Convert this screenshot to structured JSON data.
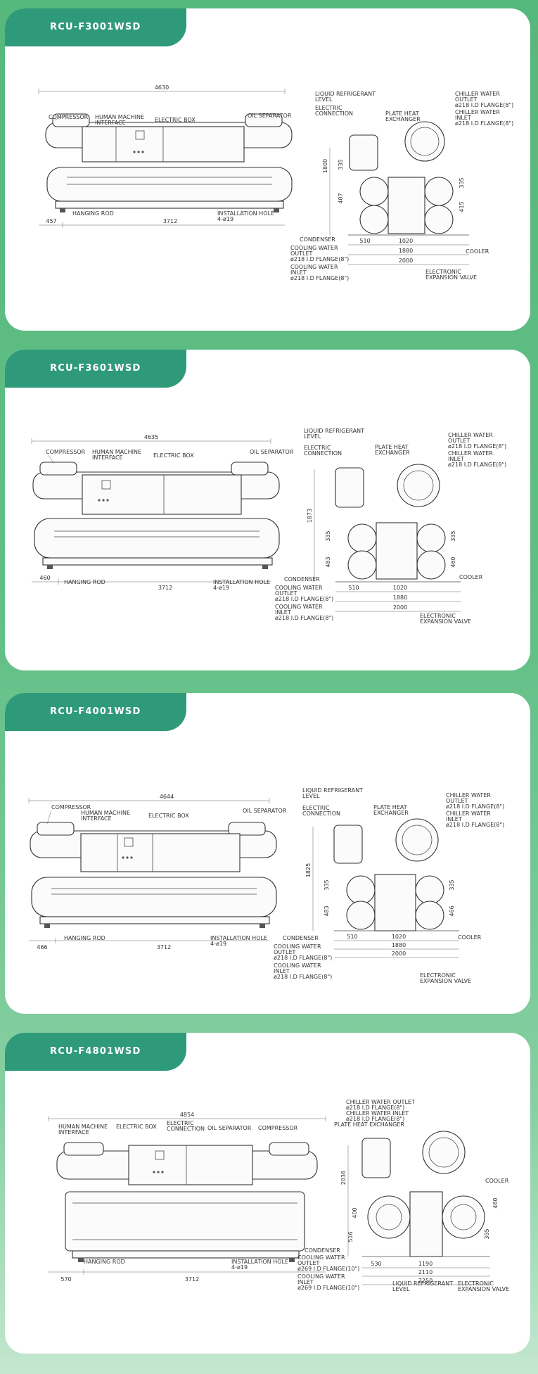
{
  "models": [
    {
      "title": "RCU-F3001WSD",
      "dims": {
        "length": "4630",
        "left_offset": "457",
        "rod_span": "3712",
        "height": "1800",
        "h_a": "407",
        "h_b": "335",
        "h_c": "335",
        "h_d": "415",
        "w_a": "510",
        "w_b": "1020",
        "w_c": "1880",
        "w_d": "2000"
      },
      "labels": {
        "compressor": "COMPRESSOR",
        "hmi_1": "HUMAN MACHINE",
        "hmi_2": "INTERFACE",
        "electric_box": "ELECTRIC BOX",
        "oil_separator": "OIL SEPARATOR",
        "hanging_rod": "HANGING ROD",
        "inst_1": "INSTALLATION HOLE",
        "inst_2": "4-ø19",
        "liq_1": "LIQUID REFRIGERANT",
        "liq_2": "LEVEL",
        "ec_1": "ELECTRIC",
        "ec_2": "CONNECTION",
        "phe_1": "PLATE HEAT",
        "phe_2": "EXCHANGER",
        "cwo_1": "CHILLER WATER",
        "cwo_2": "OUTLET",
        "cwo_3": "ø218 I.D FLANGE(8\")",
        "cwi_1": "CHILLER WATER",
        "cwi_2": "INLET",
        "cwi_3": "ø218 I.D FLANGE(8\")",
        "condenser": "CONDENSER",
        "coolo_1": "COOLING WATER",
        "coolo_2": "OUTLET",
        "coolo_3": "ø218 I.D FLANGE(8\")",
        "cooli_1": "COOLING WATER",
        "cooli_2": "INLET",
        "cooli_3": "ø218 I.D FLANGE(8\")",
        "cooler": "COOLER",
        "eev_1": "ELECTRONIC",
        "eev_2": "EXPANSION VALVE"
      }
    },
    {
      "title": "RCU-F3601WSD",
      "dims": {
        "length": "4635",
        "left_offset": "460",
        "rod_span": "3712",
        "height": "1873",
        "h_a": "483",
        "h_b": "335",
        "h_c": "335",
        "h_d": "460",
        "w_a": "510",
        "w_b": "1020",
        "w_c": "1880",
        "w_d": "2000"
      },
      "labels": {
        "compressor": "COMPRESSOR",
        "hmi_1": "HUMAN MACHINE",
        "hmi_2": "INTERFACE",
        "electric_box": "ELECTRIC BOX",
        "oil_separator": "OIL SEPARATOR",
        "hanging_rod": "HANGING ROD",
        "inst_1": "INSTALLATION HOLE",
        "inst_2": "4-ø19",
        "liq_1": "LIQUID REFRIGERANT",
        "liq_2": "LEVEL",
        "ec_1": "ELECTRIC",
        "ec_2": "CONNECTION",
        "phe_1": "PLATE HEAT",
        "phe_2": "EXCHANGER",
        "cwo_1": "CHILLER WATER",
        "cwo_2": "OUTLET",
        "cwo_3": "ø218 I.D FLANGE(8\")",
        "cwi_1": "CHILLER WATER",
        "cwi_2": "INLET",
        "cwi_3": "ø218 I.D FLANGE(8\")",
        "condenser": "CONDENSER",
        "coolo_1": "COOLING WATER",
        "coolo_2": "OUTLET",
        "coolo_3": "ø218 I.D FLANGE(8\")",
        "cooli_1": "COOLING WATER",
        "cooli_2": "INLET",
        "cooli_3": "ø218 I.D FLANGE(8\")",
        "cooler": "COOLER",
        "eev_1": "ELECTRONIC",
        "eev_2": "EXPANSION VALVE"
      }
    },
    {
      "title": "RCU-F4001WSD",
      "dims": {
        "length": "4644",
        "left_offset": "466",
        "rod_span": "3712",
        "height": "1825",
        "h_a": "483",
        "h_b": "335",
        "h_c": "335",
        "h_d": "466",
        "w_a": "510",
        "w_b": "1020",
        "w_c": "1880",
        "w_d": "2000"
      },
      "labels": {
        "compressor": "COMPRESSOR",
        "hmi_1": "HUMAN MACHINE",
        "hmi_2": "INTERFACE",
        "electric_box": "ELECTRIC BOX",
        "oil_separator": "OIL SEPARATOR",
        "hanging_rod": "HANGING ROD",
        "inst_1": "INSTALLATION HOLE",
        "inst_2": "4-ø19",
        "liq_1": "LIQUID REFRIGERANT",
        "liq_2": "LEVEL",
        "ec_1": "ELECTRIC",
        "ec_2": "CONNECTION",
        "phe_1": "PLATE HEAT",
        "phe_2": "EXCHANGER",
        "cwo_1": "CHILLER WATER",
        "cwo_2": "OUTLET",
        "cwo_3": "ø218 I.D FLANGE(8\")",
        "cwi_1": "CHILLER WATER",
        "cwi_2": "INLET",
        "cwi_3": "ø218 I.D FLANGE(8\")",
        "condenser": "CONDENSER",
        "coolo_1": "COOLING WATER",
        "coolo_2": "OUTLET",
        "coolo_3": "ø218 I.D FLANGE(8\")",
        "cooli_1": "COOLING WATER",
        "cooli_2": "INLET",
        "cooli_3": "ø218 I.D FLANGE(8\")",
        "cooler": "COOLER",
        "eev_1": "ELECTRONIC",
        "eev_2": "EXPANSION VALVE"
      }
    },
    {
      "title": "RCU-F4801WSD",
      "dims": {
        "length": "4854",
        "left_offset": "570",
        "rod_span": "3712",
        "height": "2036",
        "h_a": "516",
        "h_b": "400",
        "h_c": "460",
        "h_d": "395",
        "w_a": "530",
        "w_b": "1190",
        "w_c": "2110",
        "w_d": "2250"
      },
      "labels": {
        "compressor": "COMPRESSOR",
        "hmi_1": "HUMAN MACHINE",
        "hmi_2": "INTERFACE",
        "electric_box": "ELECTRIC BOX",
        "oil_separator": "OIL SEPARATOR",
        "hanging_rod": "HANGING ROD",
        "inst_1": "INSTALLATION HOLE",
        "inst_2": "4-ø19",
        "liq_1": "LIQUID REFRIGERANT",
        "liq_2": "LEVEL",
        "ec_1": "ELECTRIC",
        "ec_2": "CONNECTION",
        "phe_1": "PLATE HEAT EXCHANGER",
        "phe_2": "",
        "cwo_1": "CHILLER WATER OUTLET",
        "cwo_2": "",
        "cwo_3": "ø218 I.D FLANGE(8\")",
        "cwi_1": "CHILLER WATER INLET",
        "cwi_2": "",
        "cwi_3": "ø218 I.D FLANGE(8\")",
        "condenser": "CONDENSER",
        "coolo_1": "COOLING WATER",
        "coolo_2": "OUTLET",
        "coolo_3": "ø269 I.D FLANGE(10\")",
        "cooli_1": "COOLING WATER",
        "cooli_2": "INLET",
        "cooli_3": "ø269 I.D FLANGE(10\")",
        "cooler": "COOLER",
        "eev_1": "ELECTRONIC",
        "eev_2": "EXPANSION VALVE"
      }
    }
  ]
}
